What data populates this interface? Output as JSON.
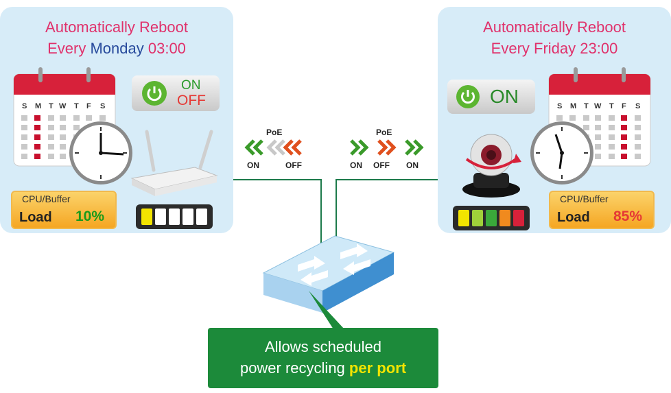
{
  "left": {
    "title_line1": "Automatically Reboot",
    "title_prefix": "Every",
    "title_day": "Monday",
    "title_time": "03:00",
    "calendar_days": [
      "S",
      "M",
      "T",
      "W",
      "T",
      "F",
      "S"
    ],
    "toggle_on": "ON",
    "toggle_off": "OFF",
    "cpu_label": "CPU/Buffer",
    "load_label": "Load",
    "load_value": "10%",
    "load_fraction": 0.1,
    "bars_lit": 1,
    "bars_total": 5
  },
  "right": {
    "title_line1": "Automatically Reboot",
    "title_line2": "Every Friday 23:00",
    "calendar_days": [
      "S",
      "M",
      "T",
      "W",
      "T",
      "F",
      "S"
    ],
    "toggle_on": "ON",
    "cpu_label": "CPU/Buffer",
    "load_label": "Load",
    "load_value": "85%",
    "load_fraction": 0.85,
    "bars_lit": 5,
    "bars_total": 5
  },
  "poe_left": {
    "title": "PoE",
    "on": "ON",
    "off": "OFF"
  },
  "poe_right": {
    "title": "PoE",
    "on1": "ON",
    "off": "OFF",
    "on2": "ON"
  },
  "caption": {
    "line1": "Allows scheduled",
    "line2_prefix": "power recycling",
    "line2_highlight": "per port"
  },
  "colors": {
    "title_pink": "#e0316b",
    "title_blue": "#274a9c",
    "calendar_red": "#d7213a",
    "caption_green": "#1c8a3a",
    "highlight_yellow": "#f2e400",
    "load_green": "#1a9a1a",
    "load_red": "#e53935"
  }
}
